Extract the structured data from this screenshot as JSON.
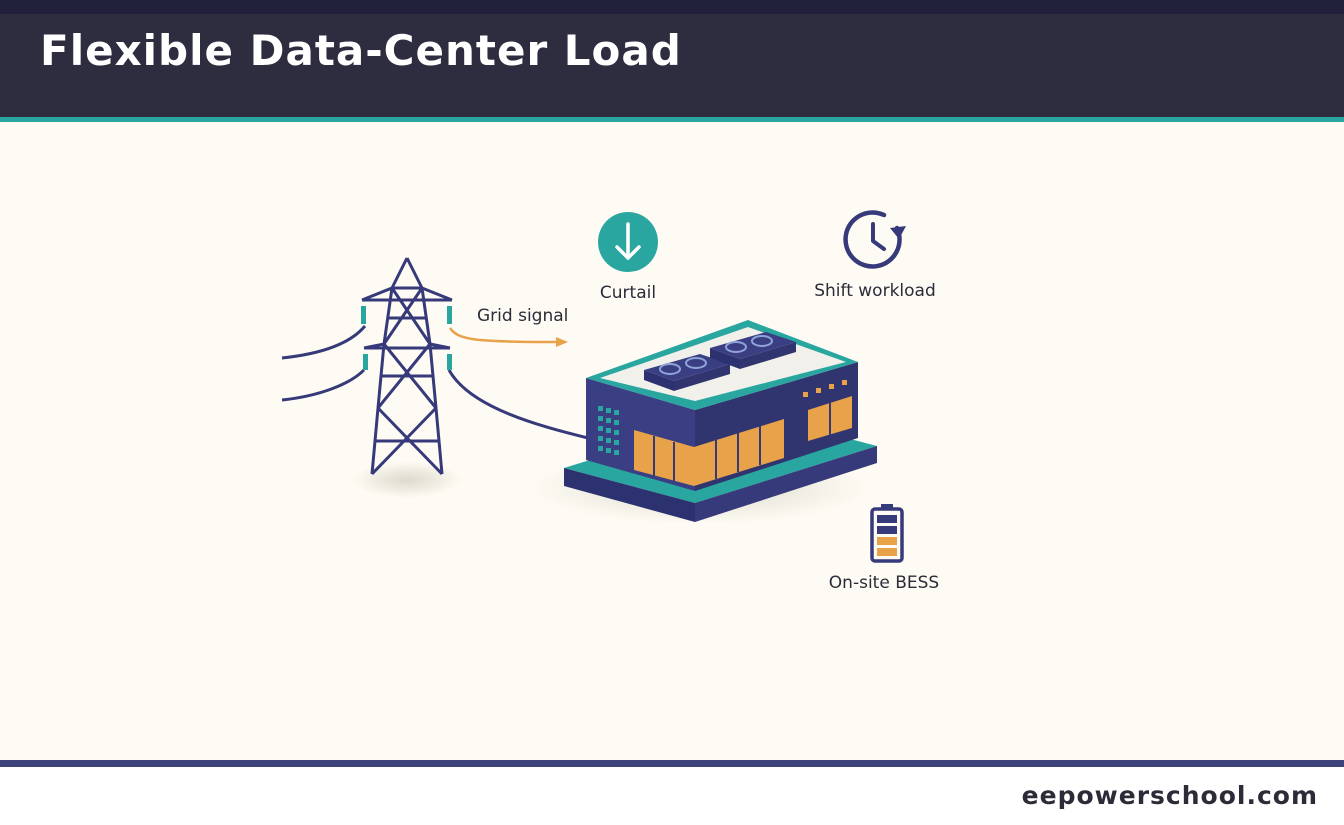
{
  "header": {
    "title": "Flexible Data-Center Load"
  },
  "diagram": {
    "grid_signal_label": "Grid signal",
    "curtail_label": "Curtail",
    "shift_workload_label": "Shift workload",
    "bess_label": "On-site BESS"
  },
  "footer": {
    "site": "eepowerschool.com"
  },
  "colors": {
    "navy": "#36397a",
    "teal": "#2aa6a0",
    "orange": "#e8a24a",
    "background": "#fdfbf3",
    "header": "#2e2d40"
  },
  "icons": [
    "down-arrow-icon",
    "clock-refresh-icon",
    "battery-icon",
    "transmission-tower-icon",
    "data-center-building-icon"
  ]
}
